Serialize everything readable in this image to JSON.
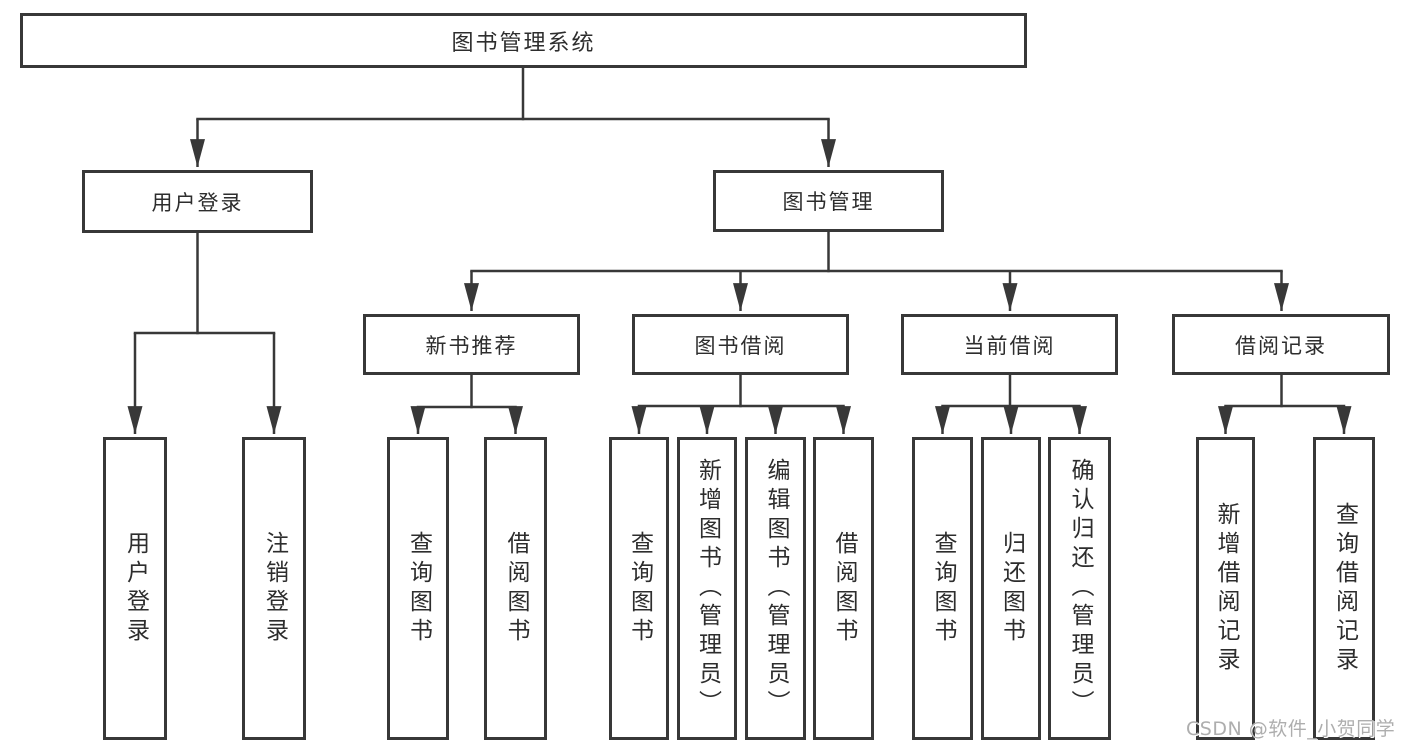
{
  "diagram": {
    "root": {
      "label": "图书管理系统"
    },
    "level2": [
      {
        "label": "用户登录",
        "children": [
          "用户登录",
          "注销登录"
        ]
      },
      {
        "label": "图书管理"
      }
    ],
    "level3": [
      {
        "label": "新书推荐",
        "children": [
          "查询图书",
          "借阅图书"
        ]
      },
      {
        "label": "图书借阅",
        "children": [
          "查询图书",
          "新增图书（管理员）",
          "编辑图书（管理员）",
          "借阅图书"
        ]
      },
      {
        "label": "当前借阅",
        "children": [
          "查询图书",
          "归还图书",
          "确认归还（管理员）"
        ]
      },
      {
        "label": "借阅记录",
        "children": [
          "新增借阅记录",
          "查询借阅记录"
        ]
      }
    ]
  },
  "watermark": {
    "text": "CSDN @软件_小贺同学"
  },
  "colors": {
    "line": "#383838",
    "box_border": "#383838",
    "text": "#2d2d2d",
    "background": "#ffffff",
    "watermark_text": "#aeaeae"
  }
}
